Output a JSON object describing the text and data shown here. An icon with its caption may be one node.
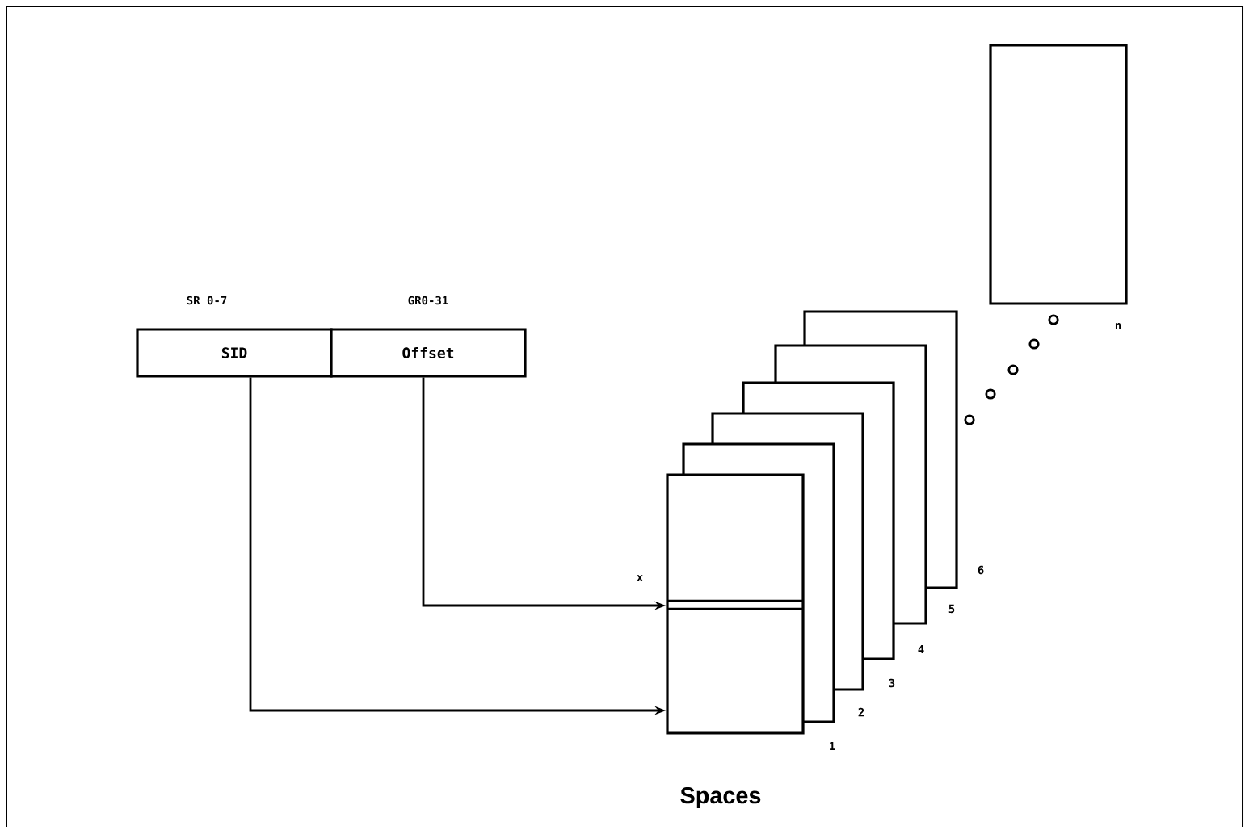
{
  "diagram": {
    "caption": "Spaces",
    "nodes": [
      {
        "text": [
          "SID"
        ],
        "beside": [
          "SR 0-7"
        ]
      },
      {
        "text": [
          "Offset"
        ],
        "beside": [
          "GR0-31"
        ]
      },
      {
        "text": [],
        "shape": "box",
        "beside": [
          "1"
        ]
      },
      {
        "text": [],
        "shape": "box",
        "beside": [
          "2"
        ]
      },
      {
        "text": [],
        "shape": "box",
        "beside": [
          "3"
        ]
      },
      {
        "text": [],
        "shape": "box",
        "beside": [
          "4"
        ]
      },
      {
        "text": [],
        "shape": "box",
        "beside": [
          "5"
        ]
      },
      {
        "text": [],
        "shape": "box",
        "beside": [
          "6"
        ]
      },
      {
        "text": [],
        "shape": "box",
        "beside": [
          "n"
        ]
      }
    ],
    "edges": [
      {
        "from": 1,
        "to": 2,
        "arrow": "to"
      },
      {
        "from": 0,
        "to": 2,
        "arrow": "to"
      }
    ],
    "labels": [
      "x"
    ]
  }
}
